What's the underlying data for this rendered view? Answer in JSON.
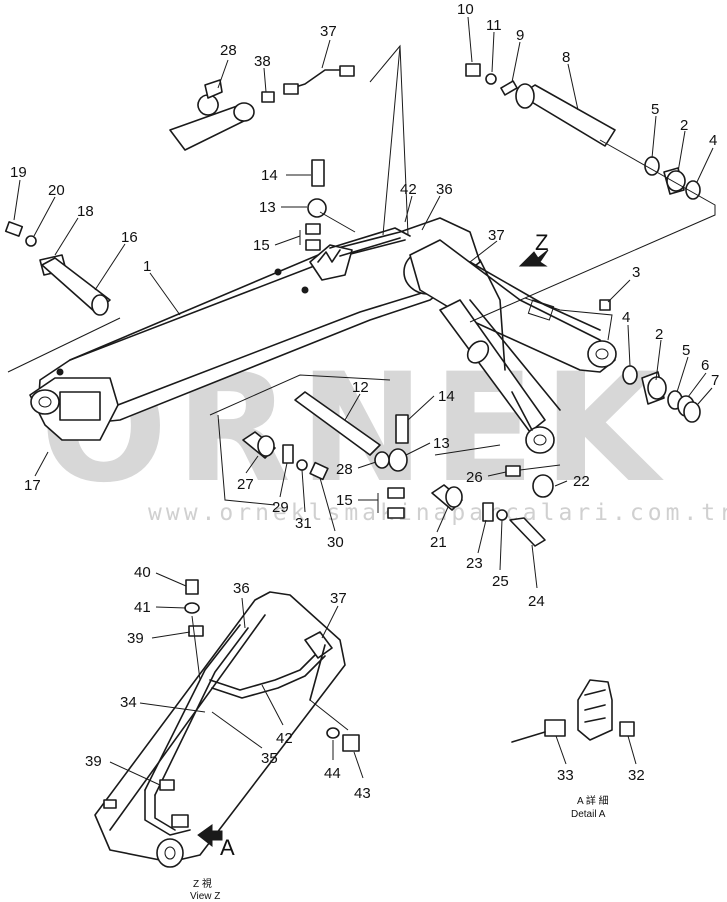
{
  "watermark": {
    "logo": "ORNEK",
    "url": "www.orneklsmakinaparcalari.com.tr"
  },
  "colors": {
    "line": "#1a1a1a",
    "watermark": "#d7d7d7",
    "background": "#ffffff"
  },
  "view_z": {
    "arrow_label": "Z",
    "title_jp": "Z 視",
    "title_en": "View Z"
  },
  "view_a": {
    "arrow_label": "A"
  },
  "detail_a": {
    "title_jp": "A 詳 細",
    "title_en": "Detail A"
  },
  "part_numbers": [
    "1",
    "2",
    "3",
    "4",
    "5",
    "6",
    "7",
    "8",
    "9",
    "10",
    "11",
    "12",
    "13",
    "14",
    "15",
    "16",
    "17",
    "18",
    "19",
    "20",
    "21",
    "22",
    "23",
    "24",
    "25",
    "26",
    "27",
    "28",
    "29",
    "30",
    "31",
    "32",
    "33",
    "34",
    "35",
    "36",
    "37",
    "38",
    "39",
    "40",
    "41",
    "42",
    "43",
    "44"
  ]
}
